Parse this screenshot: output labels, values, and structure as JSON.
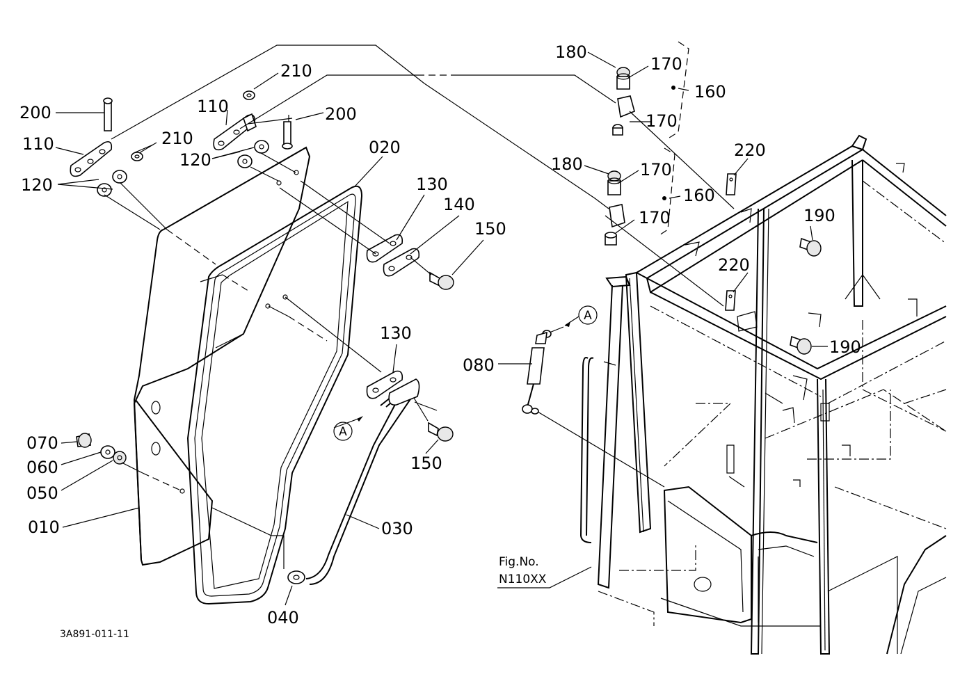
{
  "callouts": {
    "c010": "010",
    "c020": "020",
    "c030": "030",
    "c040": "040",
    "c050": "050",
    "c060": "060",
    "c070": "070",
    "c080": "080",
    "c110a": "110",
    "c110b": "110",
    "c120a": "120",
    "c120b": "120",
    "c130a": "130",
    "c130b": "130",
    "c140": "140",
    "c150a": "150",
    "c150b": "150",
    "c160a": "160",
    "c160b": "160",
    "c170a": "170",
    "c170b": "170",
    "c170c": "170",
    "c170d": "170",
    "c180a": "180",
    "c180b": "180",
    "c190a": "190",
    "c190b": "190",
    "c200a": "200",
    "c200b": "200",
    "c210a": "210",
    "c210b": "210",
    "c220a": "220",
    "c220b": "220"
  },
  "markers": {
    "a1": "A",
    "a2": "A"
  },
  "reference": {
    "line1": "Fig.No.",
    "line2": "N110XX"
  },
  "diagram_code": "3A891-011-11"
}
